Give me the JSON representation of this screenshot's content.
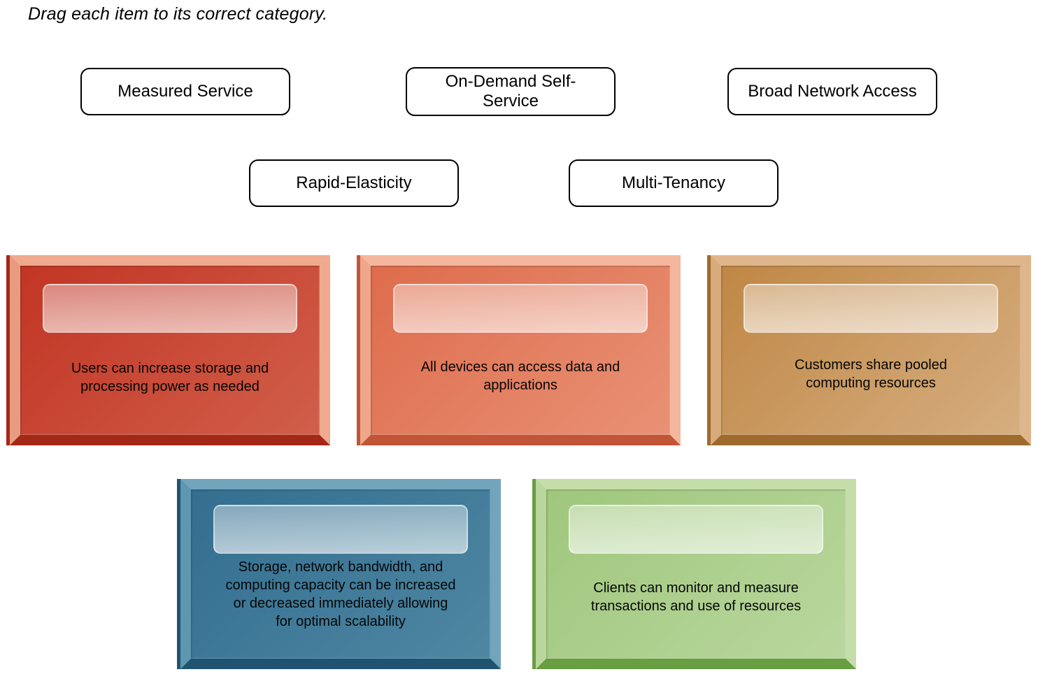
{
  "instruction": "Drag each item to its correct category.",
  "drag_items": [
    {
      "label": "Measured Service"
    },
    {
      "label": "On-Demand Self-Service"
    },
    {
      "label": "Broad Network Access"
    },
    {
      "label": "Rapid-Elasticity"
    },
    {
      "label": "Multi-Tenancy"
    }
  ],
  "categories": [
    {
      "description": "Users can increase storage and processing power as needed",
      "colors": {
        "base1": "#c23524",
        "base2": "#d05f4a",
        "light": "#efaa8f",
        "lightL": "#e79c82",
        "dark": "#a42817"
      }
    },
    {
      "description": "All devices can access data and applications",
      "colors": {
        "base1": "#dd6c4c",
        "base2": "#e99175",
        "light": "#f4b79e",
        "lightL": "#efa78c",
        "dark": "#c25437"
      }
    },
    {
      "description": "Customers share pooled computing resources",
      "colors": {
        "base1": "#bf8745",
        "base2": "#d6ae80",
        "light": "#dfb68b",
        "lightL": "#d8ab7d",
        "dark": "#9e6a2e"
      }
    },
    {
      "description": "Storage, network bandwidth, and computing capacity can be increased or decreased immediately allowing for optimal scalability",
      "colors": {
        "base1": "#346e90",
        "base2": "#4d87a2",
        "light": "#72a5bc",
        "lightL": "#5f96b0",
        "dark": "#20536f"
      }
    },
    {
      "description": "Clients can monitor and measure transactions and use of resources",
      "colors": {
        "base1": "#9fc77c",
        "base2": "#b9d79e",
        "light": "#c5dda9",
        "lightL": "#b9d69c",
        "dark": "#699e43"
      }
    }
  ]
}
